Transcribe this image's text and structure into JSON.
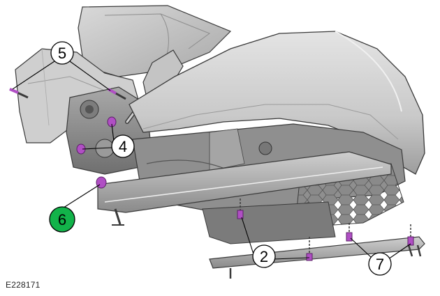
{
  "figure_id": "E228171",
  "callouts": [
    {
      "id": "5",
      "label": "5",
      "highlight": false
    },
    {
      "id": "4",
      "label": "4",
      "highlight": false
    },
    {
      "id": "6",
      "label": "6",
      "highlight": true
    },
    {
      "id": "2",
      "label": "2",
      "highlight": false
    },
    {
      "id": "7",
      "label": "7",
      "highlight": false
    }
  ],
  "colors": {
    "fastener": "#b04fc4",
    "highlight_callout": "#12b34a",
    "part_light": "#d7d7d7",
    "part_mid": "#b5b5b5",
    "part_dark": "#8c8c8c",
    "outline": "#3a3a3a"
  }
}
